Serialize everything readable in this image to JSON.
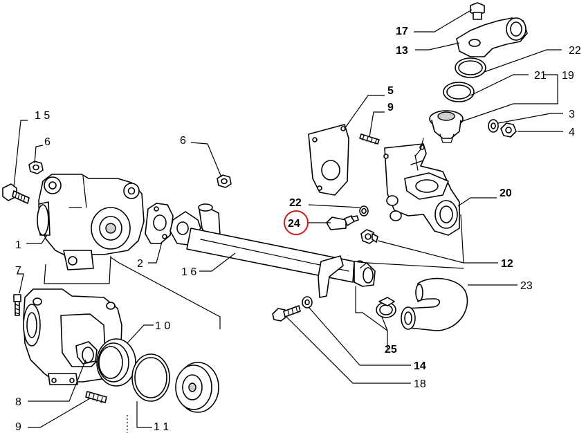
{
  "diagram": {
    "type": "exploded-parts-view",
    "subject": "water pump and coolant pipe assembly",
    "highlight_color": "#d11a1a",
    "highlighted_ref": "24",
    "labels": {
      "l1": "1",
      "l2": "2",
      "l3": "3",
      "l4": "4",
      "l5": "5",
      "l6": "6",
      "l7": "7",
      "l8": "8",
      "l9a": "9",
      "l9b": "9",
      "l10": "1 0",
      "l11": "1 1",
      "l12": "12",
      "l13": "13",
      "l14": "14",
      "l15": "1 5",
      "l16": "1 6",
      "l17": "17",
      "l18": "18",
      "l19": "19",
      "l20": "20",
      "l21": "21",
      "l22a": "22",
      "l22b": "22",
      "l23": "23",
      "l24": "24",
      "l25": "25"
    }
  }
}
